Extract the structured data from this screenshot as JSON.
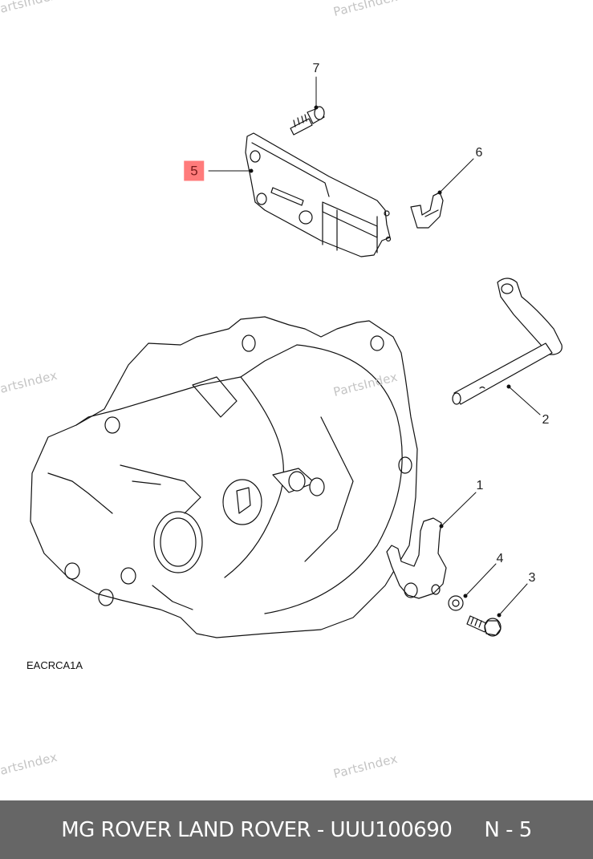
{
  "diagram": {
    "figure_code": "EACRCA1A",
    "highlight_color": "#ff7b7b",
    "callouts": [
      {
        "id": "1",
        "label": "1",
        "part": "gear-selector-fork",
        "highlighted": false
      },
      {
        "id": "2",
        "label": "2",
        "part": "selector-shaft-lever",
        "highlighted": false
      },
      {
        "id": "3",
        "label": "3",
        "part": "flange-bolt",
        "highlighted": false
      },
      {
        "id": "4",
        "label": "4",
        "part": "washer",
        "highlighted": false
      },
      {
        "id": "5",
        "label": "5",
        "part": "mounting-bracket",
        "highlighted": true
      },
      {
        "id": "6",
        "label": "6",
        "part": "clip",
        "highlighted": false
      },
      {
        "id": "7",
        "label": "7",
        "part": "bracket-bolt",
        "highlighted": false
      }
    ]
  },
  "watermarks": [
    "PartsIndex",
    "PartsIndex",
    "PartsIndex",
    "PartsIndex",
    "PartsIndex",
    "PartsIndex"
  ],
  "footer": {
    "title": "MG ROVER LAND ROVER - UUU100690",
    "page_ref": "N - 5"
  }
}
